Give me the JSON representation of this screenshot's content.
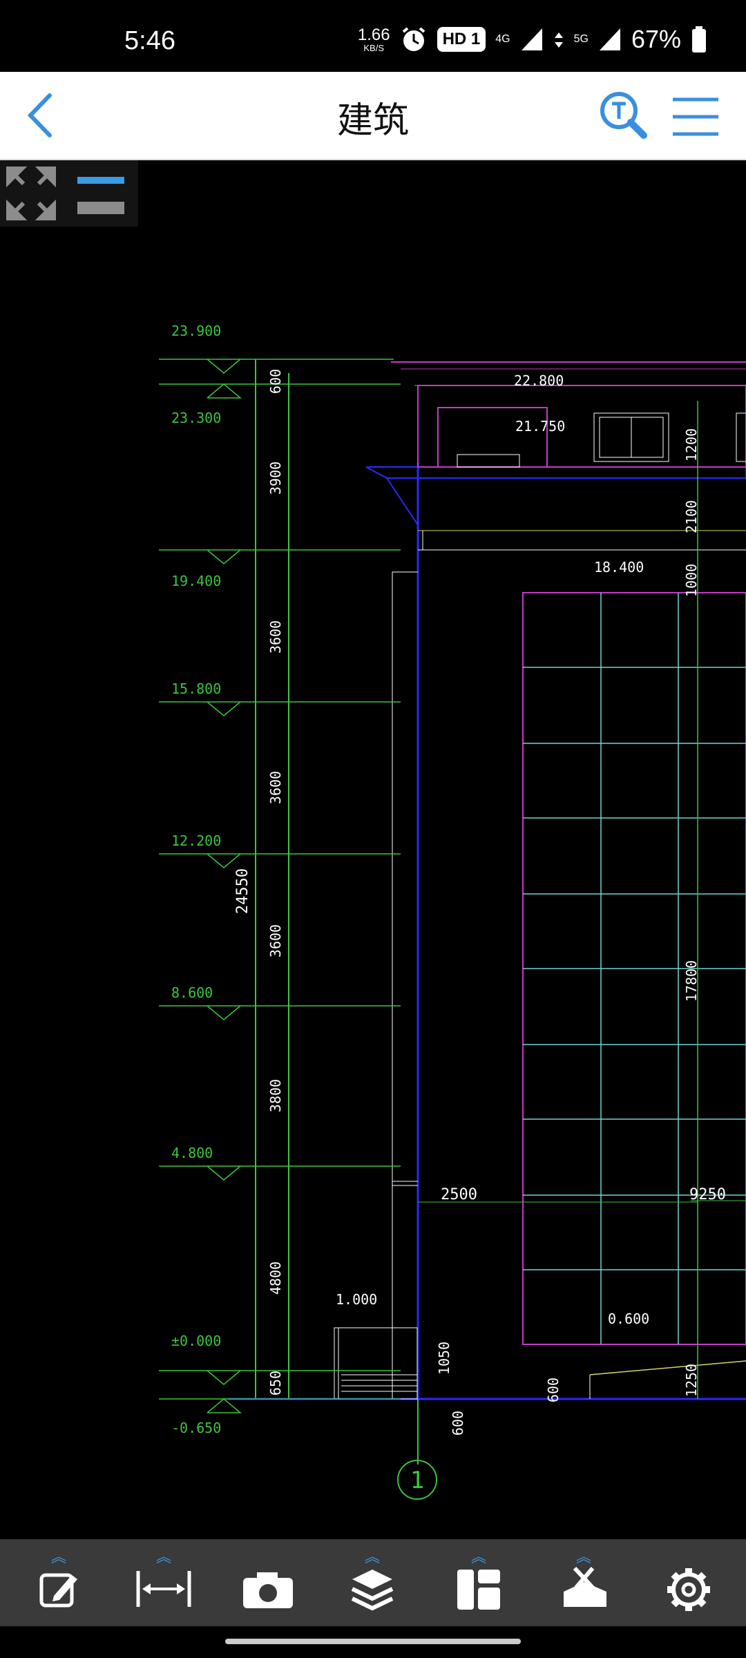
{
  "status_bar": {
    "time": "5:46",
    "net_speed_value": "1.66",
    "net_speed_unit": "KB/S",
    "hd_label": "HD 1",
    "sig1": "4G",
    "sig2": "5G",
    "battery": "67%"
  },
  "app_bar": {
    "title": "建筑",
    "back_icon": "chevron-left-icon",
    "search_icon": "text-search-icon",
    "menu_icon": "menu-icon"
  },
  "drawing": {
    "elevations_left": [
      "23.900",
      "23.300",
      "19.400",
      "15.800",
      "12.200",
      "8.600",
      "4.800",
      "±0.000",
      "-0.650"
    ],
    "vertical_dims": [
      "600",
      "3900",
      "3600",
      "3600",
      "3600",
      "3800",
      "4800",
      "650"
    ],
    "total_dim": "24550",
    "top_elevs": [
      "22.800",
      "21.750",
      "18.400"
    ],
    "right_vdims": [
      "1200",
      "2100",
      "1000",
      "17800",
      "1250"
    ],
    "h_dims": [
      "2500",
      "9250"
    ],
    "misc_elevs": [
      "1.000",
      "0.600"
    ],
    "small_dims": [
      "1050",
      "600",
      "600"
    ],
    "axis_label": "1"
  },
  "toolbar": {
    "items": [
      "edit-icon",
      "measure-icon",
      "camera-icon",
      "layers-icon",
      "layout-icon",
      "toolbox-icon",
      "settings-icon"
    ]
  },
  "colors": {
    "green": "#3ec43e",
    "magenta": "#c43ac4",
    "cyan": "#6fd6d6",
    "blue": "#2a2aff",
    "accent": "#3a8ee0"
  }
}
